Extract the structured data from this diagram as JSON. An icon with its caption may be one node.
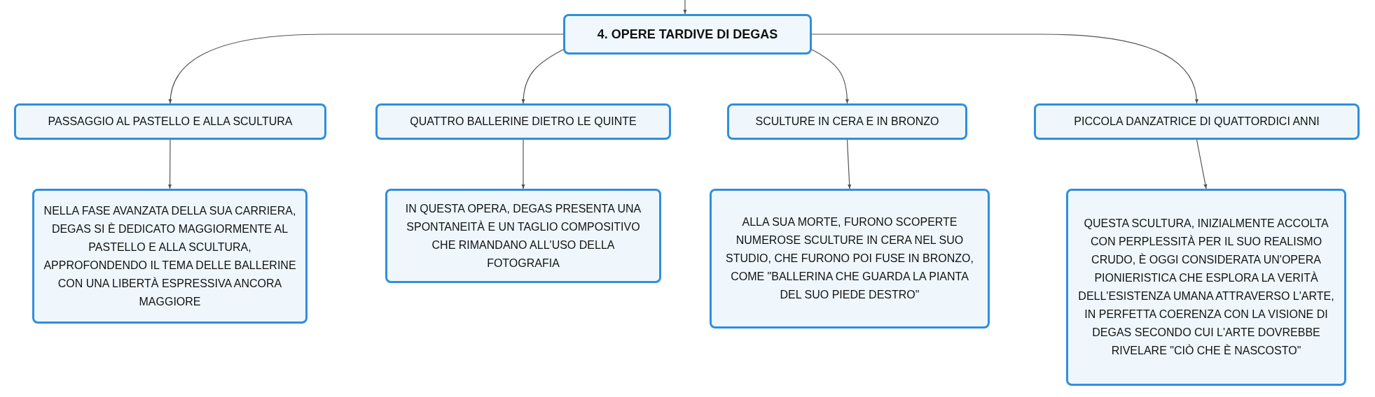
{
  "diagram": {
    "nodes": [
      {
        "text": [
          "4. OPERE TARDIVE DI DEGAS"
        ]
      },
      {
        "text": [
          "PASSAGGIO AL PASTELLO E ALLA SCULTURA"
        ]
      },
      {
        "text": [
          "QUATTRO BALLERINE DIETRO LE QUINTE"
        ]
      },
      {
        "text": [
          "SCULTURE IN CERA E IN BRONZO"
        ]
      },
      {
        "text": [
          "PICCOLA DANZATRICE DI QUATTORDICI ANNI"
        ]
      },
      {
        "text": [
          "NELLA FASE AVANZATA DELLA SUA CARRIERA, DEGAS SI È DEDICATO MAGGIORMENTE AL PASTELLO E ALLA SCULTURA, APPROFONDENDO IL TEMA DELLE BALLERINE CON UNA LIBERTÀ ESPRESSIVA ANCORA MAGGIORE"
        ]
      },
      {
        "text": [
          "IN QUESTA OPERA, DEGAS PRESENTA UNA SPONTANEITÀ E UN TAGLIO COMPOSITIVO CHE RIMANDANO ALL'USO DELLA FOTOGRAFIA"
        ]
      },
      {
        "text": [
          "ALLA SUA MORTE, FURONO SCOPERTE NUMEROSE SCULTURE IN CERA NEL SUO STUDIO, CHE FURONO POI FUSE IN BRONZO, COME \"BALLERINA CHE GUARDA LA PIANTA DEL SUO PIEDE DESTRO\""
        ]
      },
      {
        "text": [
          "QUESTA SCULTURA, INIZIALMENTE ACCOLTA CON PERPLESSITÀ PER IL SUO REALISMO CRUDO, È OGGI CONSIDERATA UN'OPERA PIONIERISTICA CHE ESPLORA LA VERITÀ DELL'ESISTENZA UMANA ATTRAVERSO L'ARTE, IN PERFETTA COERENZA CON LA VISIONE DI DEGAS SECONDO CUI L'ARTE DOVREBBE RIVELARE \"CIÒ CHE È NASCOSTO\""
        ]
      }
    ],
    "edges": [
      {
        "from": null,
        "to": 0,
        "arrow": "to"
      },
      {
        "from": 0,
        "to": 1,
        "arrow": "to"
      },
      {
        "from": 0,
        "to": 2,
        "arrow": "to"
      },
      {
        "from": 0,
        "to": 3,
        "arrow": "to"
      },
      {
        "from": 0,
        "to": 4,
        "arrow": "to"
      },
      {
        "from": 1,
        "to": 5,
        "arrow": "to"
      },
      {
        "from": 2,
        "to": 6,
        "arrow": "to"
      },
      {
        "from": 3,
        "to": 7,
        "arrow": "to"
      },
      {
        "from": 4,
        "to": 8,
        "arrow": "to"
      }
    ]
  }
}
